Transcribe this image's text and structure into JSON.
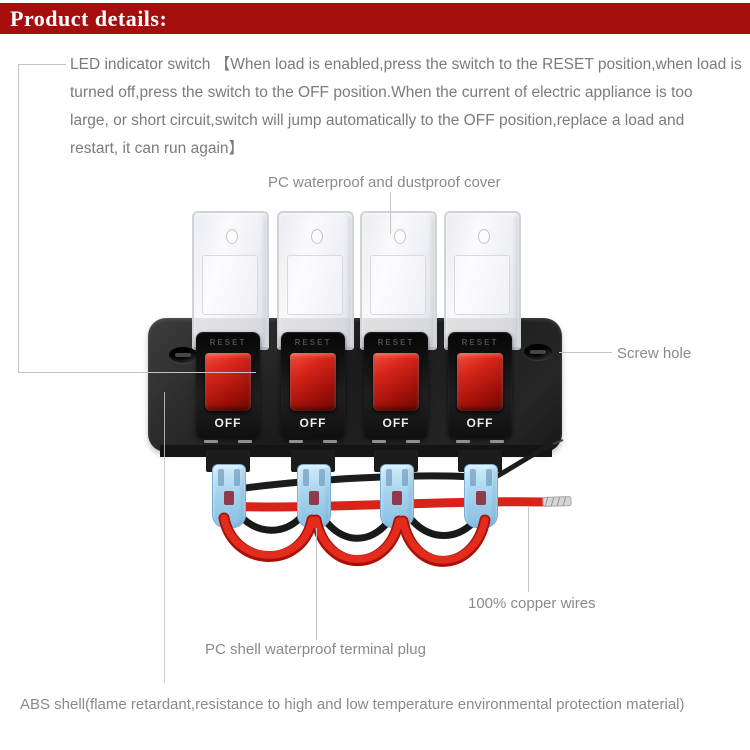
{
  "header": {
    "title": "Product details:"
  },
  "colors": {
    "header_bg": "#A60D0D",
    "label_text": "#8a8a8a",
    "body_text": "#7b7b7b",
    "leader_line": "#c4c4c4",
    "rocker_red": "#c51a10",
    "wire_red": "#d92318",
    "wire_black": "#1c1c1c",
    "plug_blue": "#a6d4ee"
  },
  "annotations": {
    "led_switch": {
      "lines": [
        "LED indicator switch 【When load is enabled,press the switch to the RESET position,when load is",
        "turned off,press the switch to the OFF position.When the current of electric appliance is too",
        "large, or short circuit,switch will jump automatically to the OFF position,replace a load and",
        "restart, it can run again】"
      ]
    },
    "cover_label": "PC waterproof and dustproof cover",
    "screw_label": "Screw hole",
    "copper_label": "100% copper wires",
    "plug_label": "PC shell waterproof terminal plug",
    "abs_label": "ABS shell(flame retardant,resistance to high and low temperature environmental protection material)"
  },
  "product": {
    "switch_count": 4,
    "rocker_top_label": "RESET",
    "rocker_bottom_label": "OFF"
  }
}
